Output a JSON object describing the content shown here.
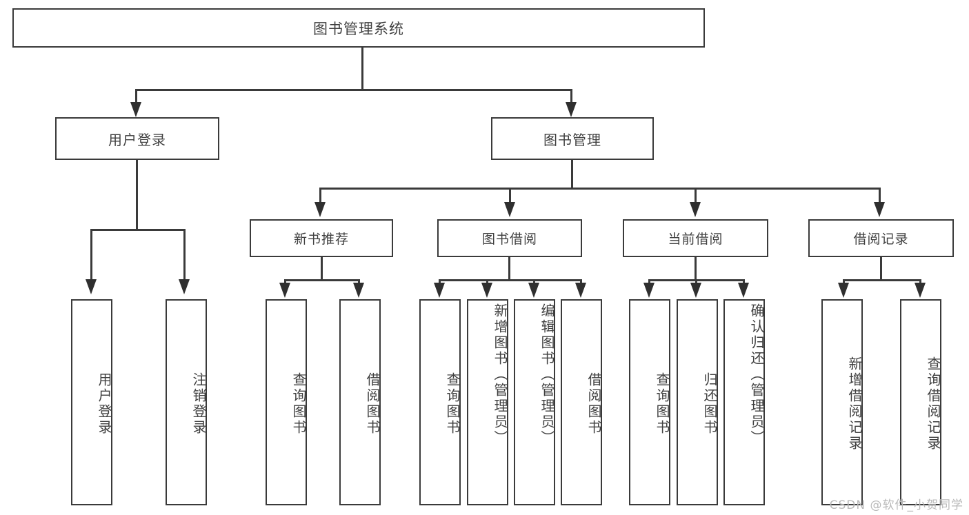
{
  "diagram": {
    "title": "图书管理系统",
    "root": {
      "label": "图书管理系统"
    },
    "level2": [
      {
        "label": "用户登录"
      },
      {
        "label": "图书管理"
      }
    ],
    "level3": [
      {
        "label": "新书推荐"
      },
      {
        "label": "图书借阅"
      },
      {
        "label": "当前借阅"
      },
      {
        "label": "借阅记录"
      }
    ],
    "leaves": {
      "user_login": [
        {
          "label": "用户登录"
        },
        {
          "label": "注销登录"
        }
      ],
      "new_book_recommend": [
        {
          "label": "查询图书"
        },
        {
          "label": "借阅图书"
        }
      ],
      "book_borrow": [
        {
          "label": "查询图书"
        },
        {
          "label": "新增图书（管理员）"
        },
        {
          "label": "编辑图书（管理员）"
        },
        {
          "label": "借阅图书"
        }
      ],
      "current_borrow": [
        {
          "label": "查询图书"
        },
        {
          "label": "归还图书"
        },
        {
          "label": "确认归还（管理员）"
        }
      ],
      "borrow_record": [
        {
          "label": "新增借阅记录"
        },
        {
          "label": "查询借阅记录"
        }
      ]
    }
  },
  "watermark": {
    "text": "CSDN @软件_小贺同学"
  },
  "colors": {
    "stroke": "#3a3a3a",
    "text": "#404040",
    "background": "#ffffff",
    "watermark": "#b9b9b9"
  }
}
